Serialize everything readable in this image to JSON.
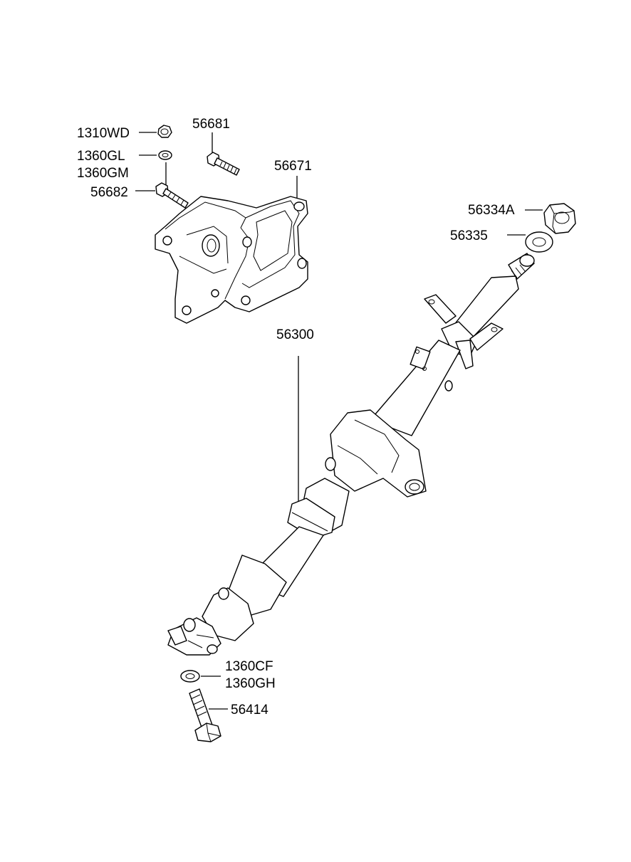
{
  "labels": {
    "p1310WD": "1310WD",
    "p1360GL": "1360GL",
    "p1360GM": "1360GM",
    "p56682": "56682",
    "p56681": "56681",
    "p56671": "56671",
    "p56334A": "56334A",
    "p56335": "56335",
    "p56300": "56300",
    "p1360CF": "1360CF",
    "p1360GH": "1360GH",
    "p56414": "56414"
  },
  "colors": {
    "line": "#000000",
    "background": "#ffffff"
  }
}
